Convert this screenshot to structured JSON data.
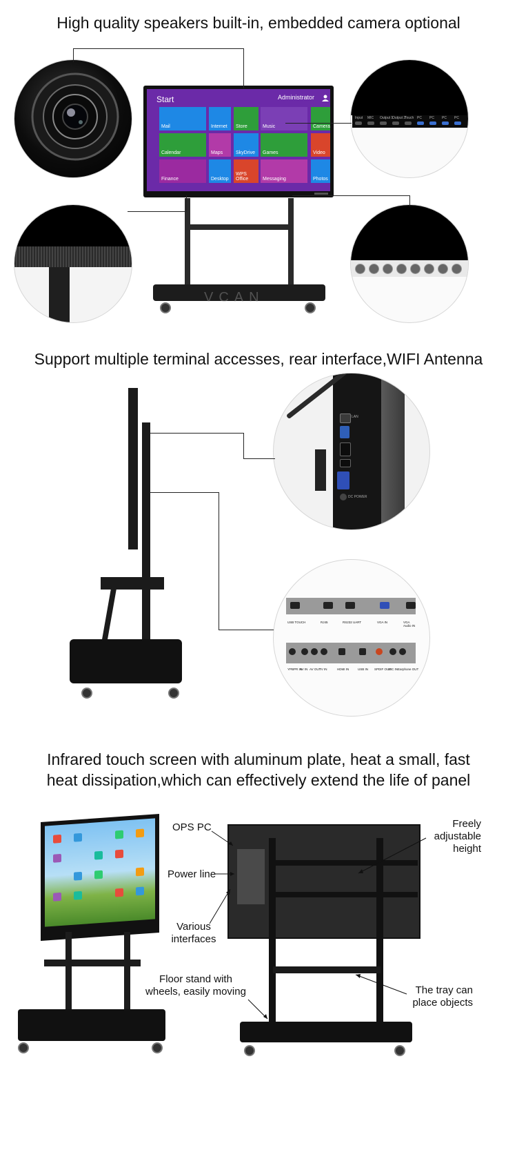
{
  "sections": {
    "top": {
      "heading": "High quality speakers built-in, embedded camera optional"
    },
    "middle": {
      "heading": "Support multiple terminal accesses, rear interface,WIFI Antenna"
    },
    "bottom": {
      "heading": "Infrared touch screen with aluminum plate, heat a small, fast heat dissipation,which can effectively extend the life of panel"
    }
  },
  "start_screen": {
    "title": "Start",
    "user": "Administrator",
    "tiles": [
      {
        "label": "Mail",
        "color": "#1e88e5"
      },
      {
        "label": "Internet",
        "color": "#1e88e5"
      },
      {
        "label": "Store",
        "color": "#2e9e3a"
      },
      {
        "label": "Music",
        "color": "#7b3fb5"
      },
      {
        "label": "Camera",
        "color": "#2e9e3a"
      },
      {
        "label": "Calendar",
        "color": "#2e9e3a"
      },
      {
        "label": "Maps",
        "color": "#b23aa8"
      },
      {
        "label": "SkyDrive",
        "color": "#1e88e5"
      },
      {
        "label": "Games",
        "color": "#2e9e3a"
      },
      {
        "label": "Video",
        "color": "#d9452b"
      },
      {
        "label": "Finance",
        "color": "#9b2aa0"
      },
      {
        "label": "Desktop",
        "color": "#1e88e5"
      },
      {
        "label": "WPS Office",
        "color": "#d9452b"
      },
      {
        "label": "Messaging",
        "color": "#b23aa8"
      },
      {
        "label": "Photos",
        "color": "#1e88e5"
      }
    ]
  },
  "front_ports": [
    "Input",
    "MIC",
    "Output 1",
    "Output 2",
    "Touch",
    "PC",
    "PC",
    "PC",
    "PC"
  ],
  "rear_panel_top": [
    "USB TOUCH",
    "RJ45",
    "RS232 UART",
    "VGA IN",
    "VGA Audio IN"
  ],
  "rear_panel_bottom": [
    "YPBPR IN",
    "AV IN",
    "AV OUT",
    "TV IN",
    "HDMI IN",
    "USB IN",
    "SPDIF OUT",
    "MIC IN",
    "Earphone OUT"
  ],
  "side_ports": [
    "LAN",
    "DC POWER"
  ],
  "watermark": "VCAN",
  "callouts": {
    "ops_pc": "OPS PC",
    "power_line": "Power line",
    "interfaces": "Various interfaces",
    "floor_stand": "Floor stand with wheels, easily moving",
    "freely": "Freely adjustable height",
    "tray": "The tray can place objects"
  }
}
